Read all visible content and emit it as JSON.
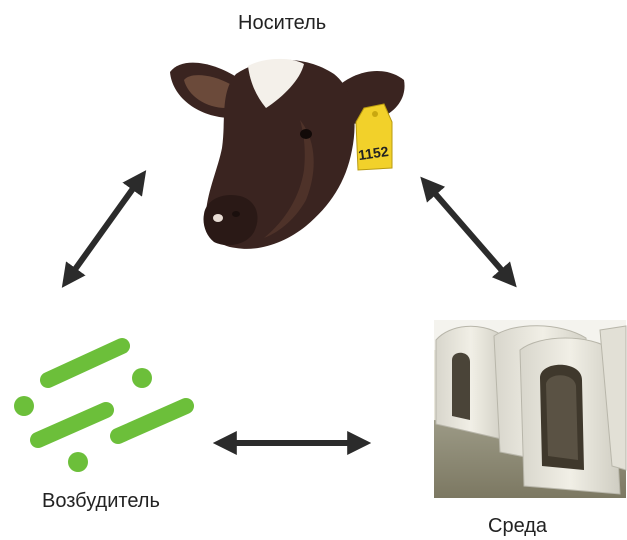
{
  "diagram": {
    "host_label": "Носитель",
    "pathogen_label": "Возбудитель",
    "environment_label": "Среда",
    "host_tag_number": "1152"
  },
  "colors": {
    "arrow": "#2b2b2b",
    "pathogen_green": "#6cbf3a",
    "cow_dark": "#3a2420",
    "ear_tag": "#f2d12a"
  },
  "icons": {
    "host": "cow-head-icon",
    "pathogen": "bacteria-icon",
    "environment": "calf-hutch-icon"
  }
}
